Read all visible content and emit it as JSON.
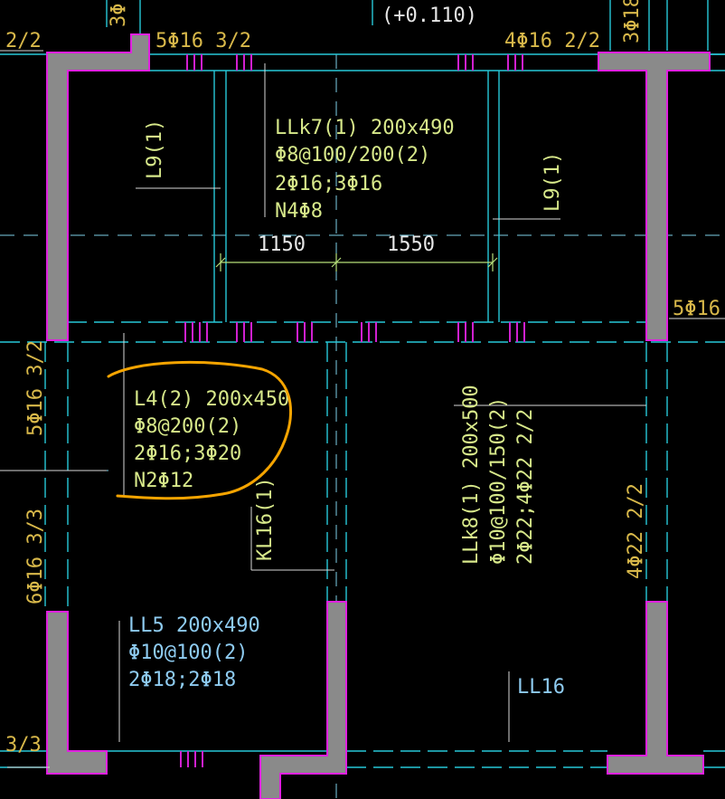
{
  "elevation": "(+0.110)",
  "top_left_mark": "3Φ",
  "top_right_mark": "3Φ18",
  "labels": {
    "tl_ratio": "2/2",
    "top_bar_a": "5Φ16 3/2",
    "top_bar_b": "4Φ16 2/2",
    "right_bar": "5Φ16",
    "left_bar_a": "5Φ16 3/2",
    "left_bar_b": "6Φ16 3/3",
    "bl_ratio": "3/3",
    "right_bar_b": "4Φ22 2/2"
  },
  "beams": {
    "l9_left": "L9(1)",
    "l9_right": "L9(1)",
    "kl16": "KL16(1)",
    "ll16": "LL16",
    "llk7": [
      "LLk7(1) 200x490",
      "Φ8@100/200(2)",
      "2Φ16;3Φ16",
      "N4Φ8"
    ],
    "l4": [
      "L4(2) 200x450",
      "Φ8@200(2)",
      "2Φ16;3Φ20",
      "N2Φ12"
    ],
    "ll5": [
      "LL5 200x490",
      "Φ10@100(2)",
      "2Φ18;2Φ18"
    ],
    "llk8": [
      "LLk8(1) 200x500",
      "Φ10@100/150(2)",
      "2Φ22;4Φ22 2/2"
    ]
  },
  "dimensions": [
    "1150",
    "1550"
  ],
  "colors": {
    "background": "#000000",
    "wall_fill": "#8a8a8a",
    "wall_edge": "#e020e0",
    "gridline": "#27c8d8",
    "annotation_yellow": "#d8b84a",
    "annotation_green": "#d7e88a",
    "annotation_blue": "#8ecbf0",
    "highlight": "#f5a400"
  }
}
